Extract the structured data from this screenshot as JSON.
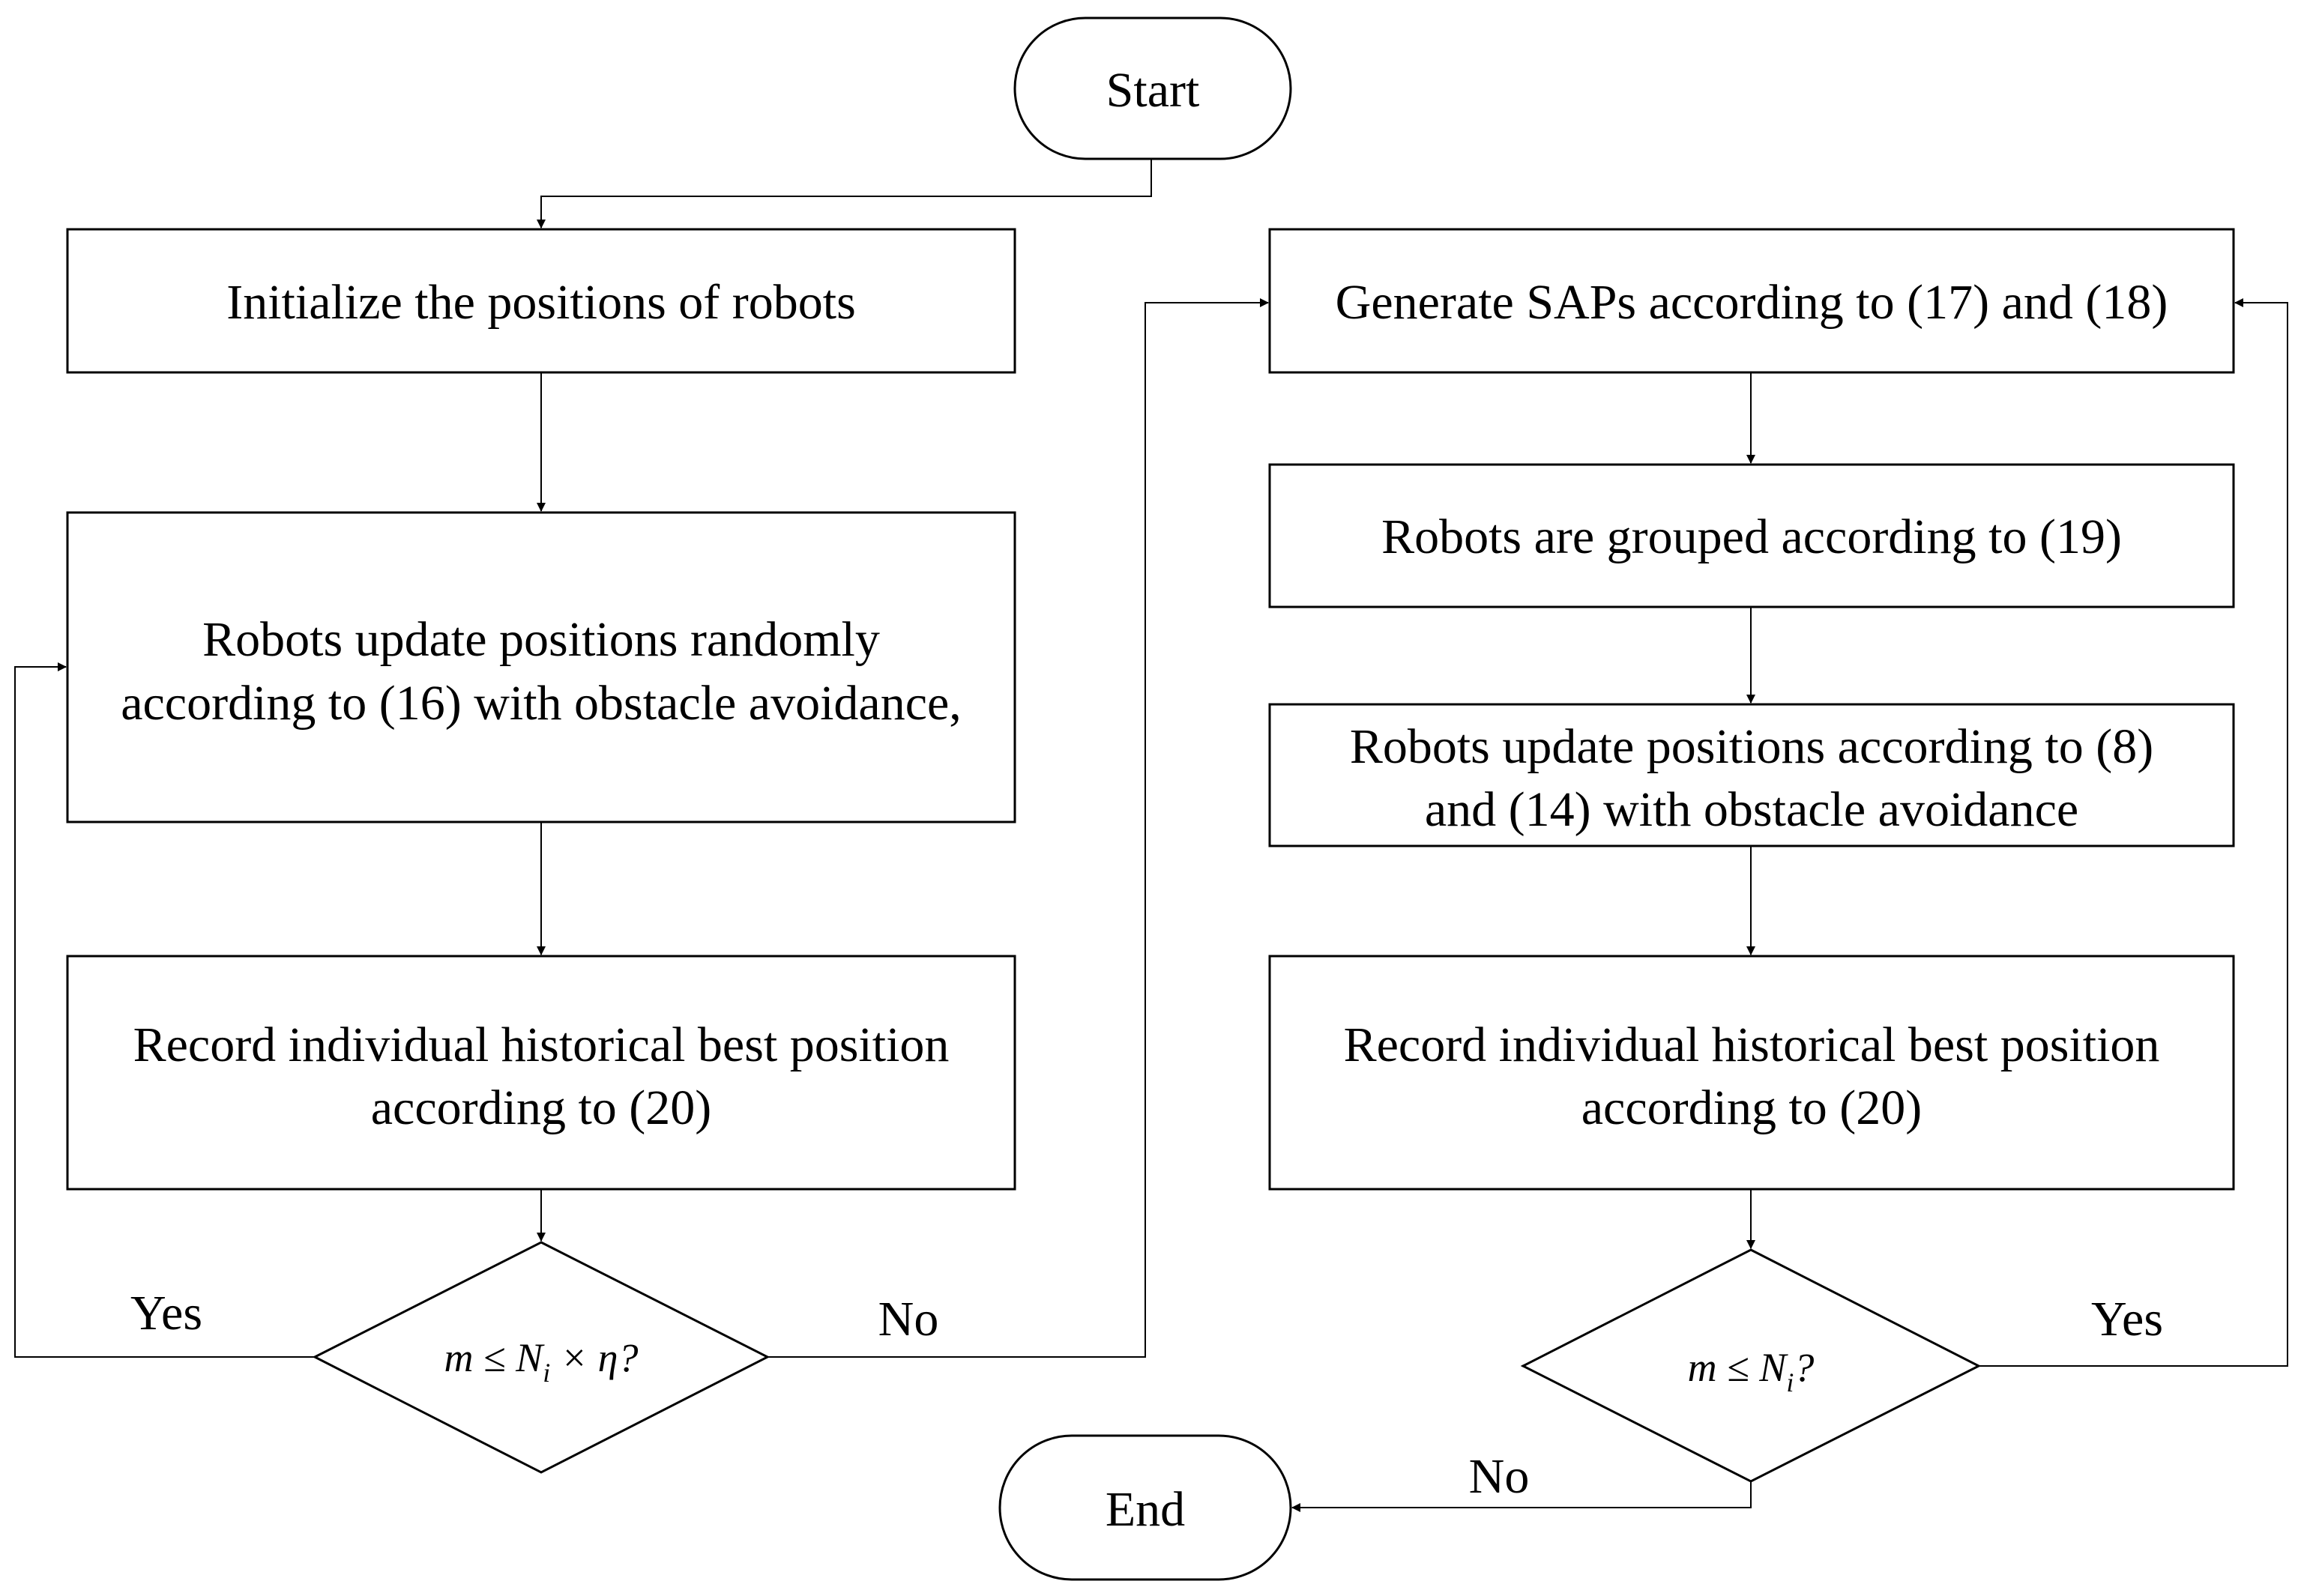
{
  "nodes": {
    "start": {
      "label": "Start"
    },
    "init": {
      "label": "Initialize the positions of robots"
    },
    "random_update": {
      "line1": "Robots update positions randomly",
      "line2": "according to (16) with obstacle avoidance,"
    },
    "record_left": {
      "line1": "Record individual historical best position",
      "line2": "according to (20)"
    },
    "decision_left": {
      "expr_prefix": "m ≤ N",
      "expr_sub": "i",
      "expr_suffix": " × η?"
    },
    "generate_saps": {
      "label": "Generate SAPs according to (17) and (18)"
    },
    "grouped": {
      "label": "Robots are grouped according to (19)"
    },
    "update_positions": {
      "line1": "Robots update positions according to (8)",
      "line2": "and (14) with obstacle avoidance"
    },
    "record_right": {
      "line1": "Record individual historical best position",
      "line2": "according to (20)"
    },
    "decision_right": {
      "expr_prefix": "m ≤ N",
      "expr_sub": "i",
      "expr_suffix": "?"
    },
    "end": {
      "label": "End"
    }
  },
  "edge_labels": {
    "left_yes": "Yes",
    "left_no": "No",
    "right_yes": "Yes",
    "right_no": "No"
  },
  "colors": {
    "stroke": "#000000",
    "fill": "#ffffff",
    "background": "#ffffff"
  }
}
